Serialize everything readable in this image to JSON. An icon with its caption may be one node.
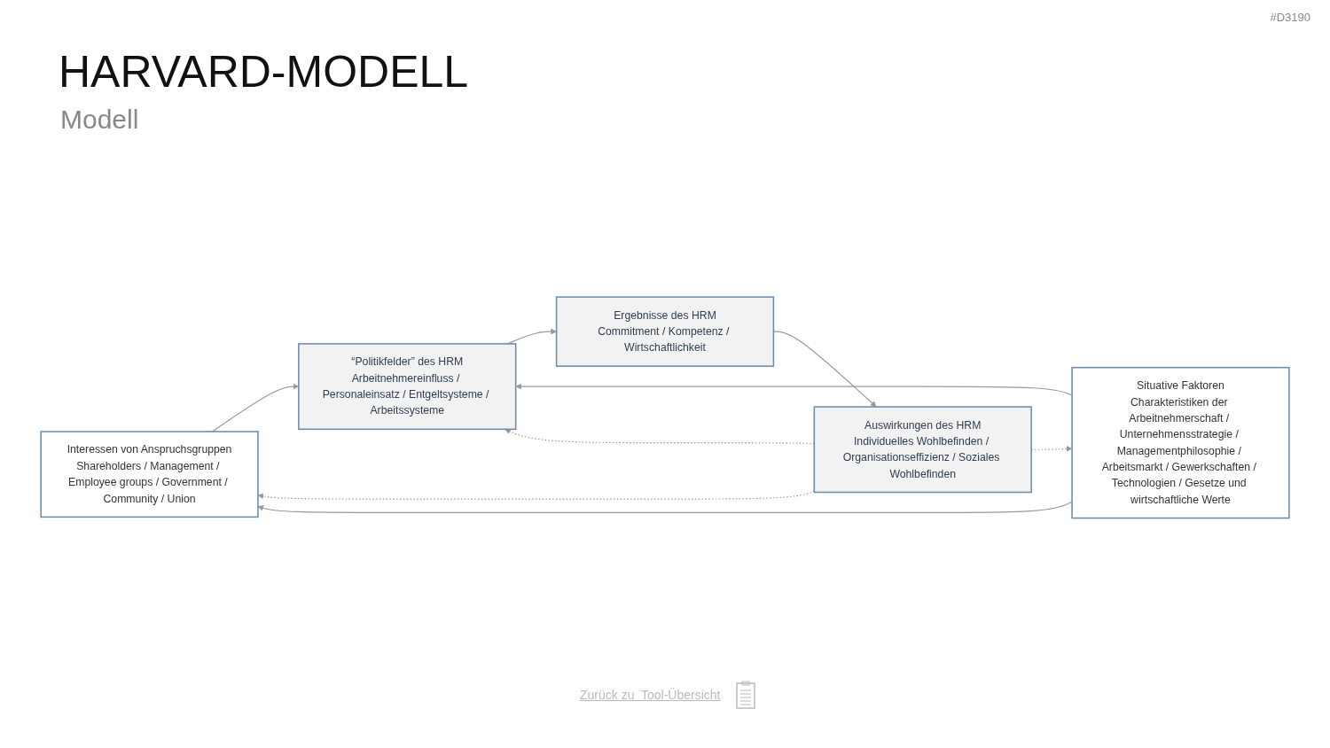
{
  "diagram": {
    "title": "HARVARD-MODELL",
    "nodes": [
      {
        "text": [
          "Interessen von Anspruchsgruppen",
          "Shareholders / Management / Employee groups / Government / Community / Union"
        ]
      },
      {
        "text": [
          "Situative Faktoren",
          "Charakteristiken der Arbeitnehmerschaft / Unternehmensstrategie / Managementphilosophie / Arbeitsmarkt / Gewerkschaften / Technologien / Gesetze und wirtschaftliche Werte"
        ]
      },
      {
        "text": [
          "“Politikfelder” des HRM",
          "Arbeitnehmereinfluss / Personaleinsatz / Entgeltsysteme / Arbeitssysteme"
        ]
      },
      {
        "text": [
          "Ergebnisse des HRM",
          "Commitment / Kompetenz / Wirtschaftlichkeit"
        ]
      },
      {
        "text": [
          "Auswirkungen des HRM",
          "Individuelles Wohlbefinden / Organisationseffizienz / Soziales Wohlbefinden"
        ]
      }
    ],
    "edges": [
      {
        "from": 1,
        "to": 0,
        "arrow": "to"
      },
      {
        "from": 0,
        "to": 2,
        "arrow": "to"
      },
      {
        "from": 1,
        "to": 2,
        "arrow": "to"
      },
      {
        "from": 2,
        "to": 3,
        "arrow": "to"
      },
      {
        "from": 3,
        "to": 4,
        "arrow": "to"
      },
      {
        "from": 4,
        "to": 0,
        "arrow": "to",
        "style": "dashed"
      },
      {
        "from": 4,
        "to": 1,
        "arrow": "to",
        "style": "dashed"
      },
      {
        "from": 4,
        "to": 2,
        "arrow": "to",
        "style": "dashed"
      }
    ],
    "labels": [
      "#D3190",
      "Modell",
      "Zurück zu  Tool-Übersicht"
    ]
  }
}
